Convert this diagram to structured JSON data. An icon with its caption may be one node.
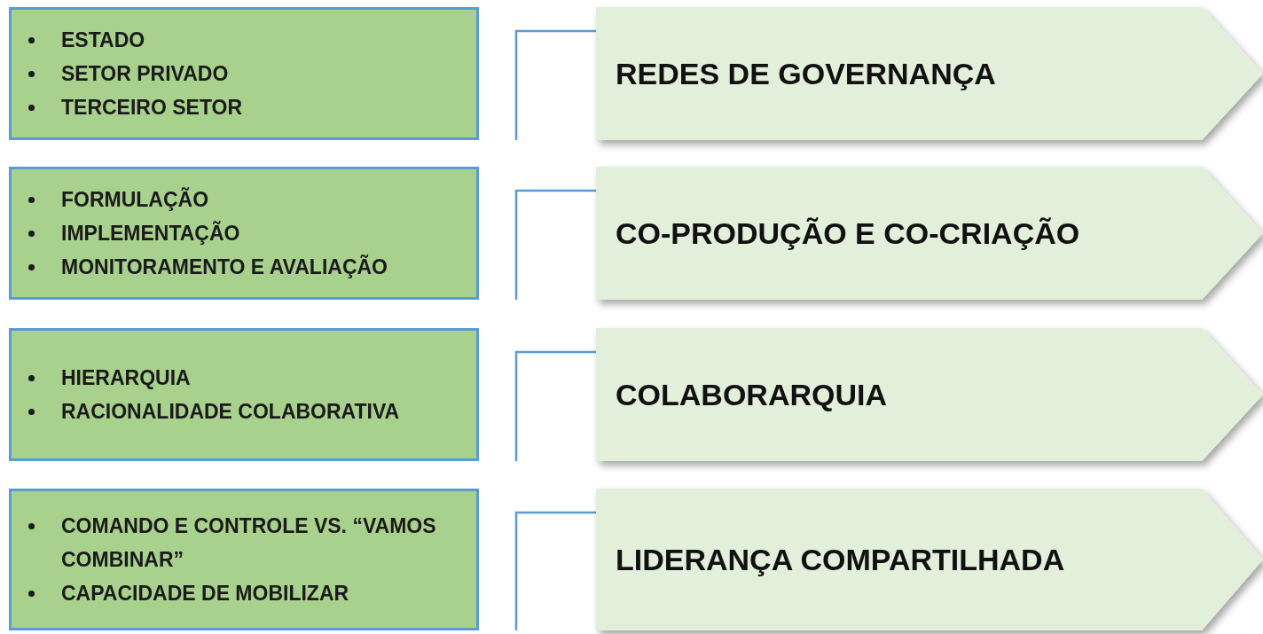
{
  "diagram": {
    "nodes": [
      {
        "text": [
          "ESTADO",
          "SETOR PRIVADO",
          "TERCEIRO SETOR"
        ]
      },
      {
        "text": [
          "REDES DE GOVERNANÇA"
        ]
      },
      {
        "text": [
          "FORMULAÇÃO",
          "IMPLEMENTAÇÃO",
          "MONITORAMENTO E AVALIAÇÃO"
        ]
      },
      {
        "text": [
          "CO-PRODUÇÃO E CO-CRIAÇÃO"
        ]
      },
      {
        "text": [
          "HIERARQUIA",
          "RACIONALIDADE COLABORATIVA"
        ]
      },
      {
        "text": [
          "COLABORARQUIA"
        ]
      },
      {
        "text": [
          "COMANDO E CONTROLE VS. “VAMOS COMBINAR”",
          "CAPACIDADE DE MOBILIZAR"
        ]
      },
      {
        "text": [
          "LIDERANÇA COMPARTILHADA"
        ]
      }
    ],
    "edges": [
      {
        "from": 0,
        "to": 1,
        "arrow": "none"
      },
      {
        "from": 2,
        "to": 3,
        "arrow": "none"
      },
      {
        "from": 4,
        "to": 5,
        "arrow": "none"
      },
      {
        "from": 6,
        "to": 7,
        "arrow": "none"
      }
    ]
  }
}
